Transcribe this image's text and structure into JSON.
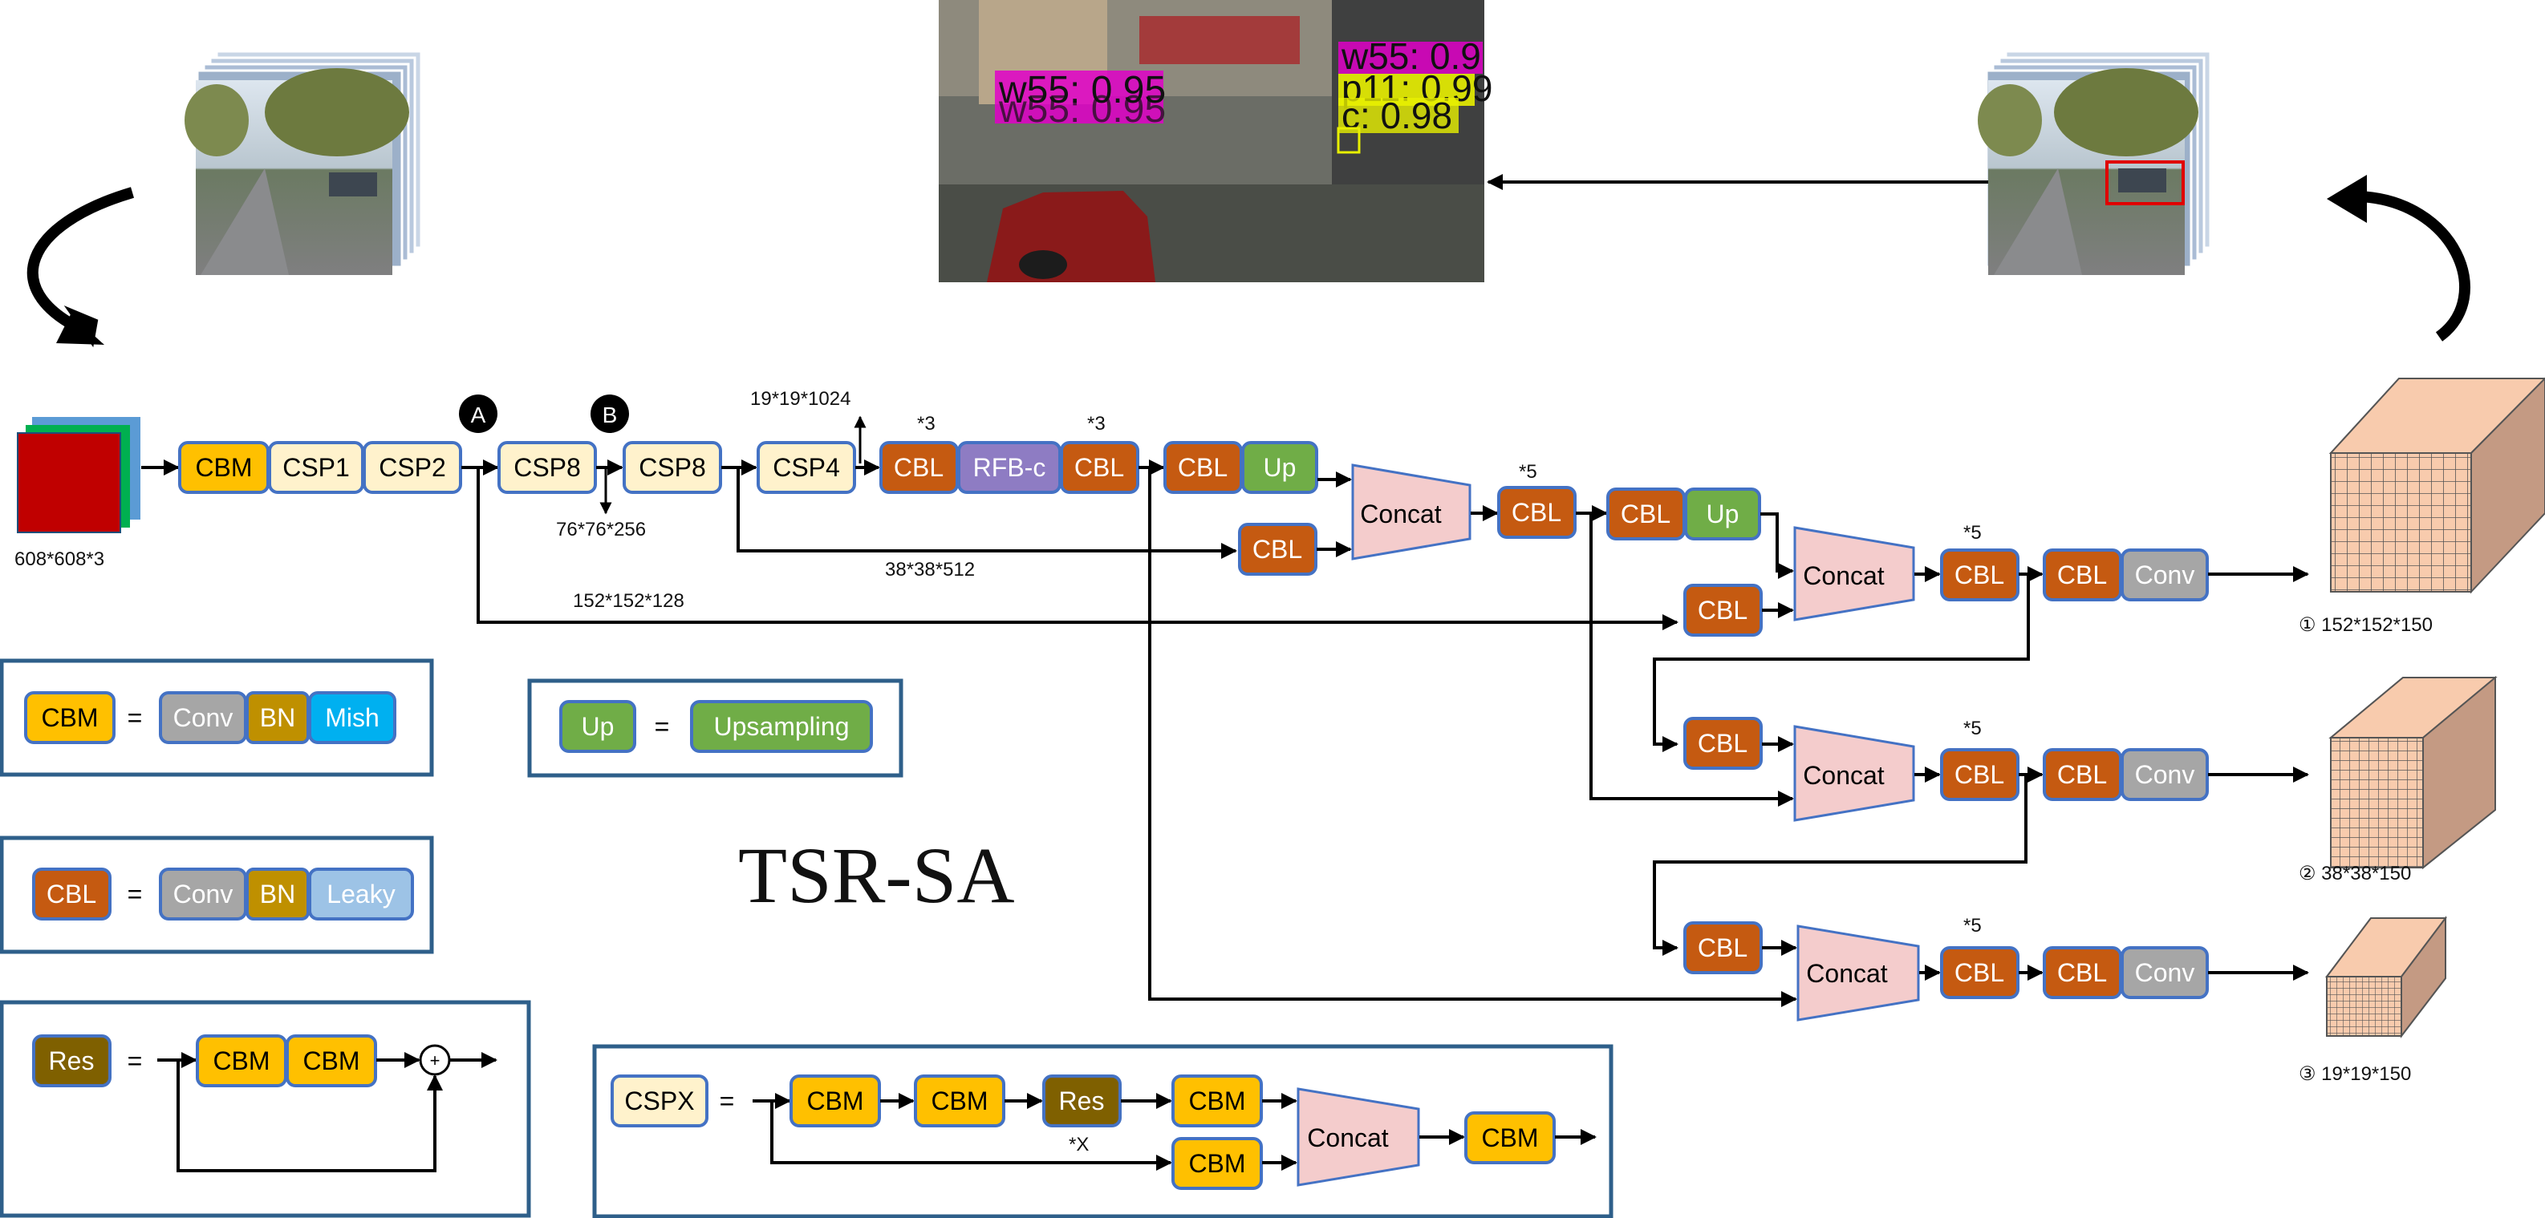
{
  "title": "TSR-SA",
  "colors": {
    "cbm": "#FFC000",
    "csp_light": "#FFF2CC",
    "cbl": "#C55A11",
    "rfb": "#8E7CC3",
    "up": "#70AD47",
    "concat": "#F4CCCC",
    "conv": "#A6A6A6",
    "bn": "#BF9000",
    "mish": "#00B0F0",
    "leaky": "#9DC3E6",
    "res": "#7F6000",
    "border": "#4472C4",
    "legend_border": "#2E5F8A",
    "output_face": "#F8CBAD",
    "output_side": "#C49A83",
    "output_grid": "#555555"
  },
  "icons": [
    "circular-arrow-icon",
    "sum-circle-icon"
  ],
  "backbone": {
    "input_size": "608*608*3",
    "cbm": "CBM",
    "csp1": "CSP1",
    "csp2": "CSP2",
    "csp8_a": "CSP8",
    "csp8_b": "CSP8",
    "csp4": "CSP4",
    "marker_a": "A",
    "marker_b": "B",
    "size_19": "19*19*1024",
    "size_76": "76*76*256",
    "size_38": "38*38*512",
    "size_152": "152*152*128"
  },
  "neck": {
    "rep3_a": "*3",
    "rep3_b": "*3",
    "rep5_a": "*5",
    "rep5_b": "*5",
    "rep5_c": "*5",
    "rep5_d": "*5",
    "cbl": "CBL",
    "rfb": "RFB-c",
    "up": "Up",
    "concat": "Concat",
    "conv": "Conv"
  },
  "outputs": [
    {
      "label": "① 152*152*150"
    },
    {
      "label": "② 38*38*150"
    },
    {
      "label": "③ 19*19*150"
    }
  ],
  "detections": {
    "w55_a": "w55: 0.95",
    "w55_a_ghost": "w55: 0.95",
    "w55_b": "w55: 0.9",
    "p11": "p11: 0.99",
    "pc": "c: 0.98"
  },
  "legend": {
    "eq": "=",
    "cbm": {
      "name": "CBM",
      "parts": [
        "Conv",
        "BN",
        "Mish"
      ]
    },
    "cbl": {
      "name": "CBL",
      "parts": [
        "Conv",
        "BN",
        "Leaky"
      ]
    },
    "up": {
      "name": "Up",
      "parts": [
        "Upsampling"
      ]
    },
    "res": {
      "name": "Res",
      "parts": [
        "CBM",
        "CBM"
      ],
      "plus": "+"
    },
    "cspx": {
      "name": "CSPX",
      "parts": [
        "CBM",
        "CBM",
        "Res",
        "CBM",
        "CBM",
        "Concat",
        "CBM"
      ],
      "rep": "*X"
    }
  }
}
